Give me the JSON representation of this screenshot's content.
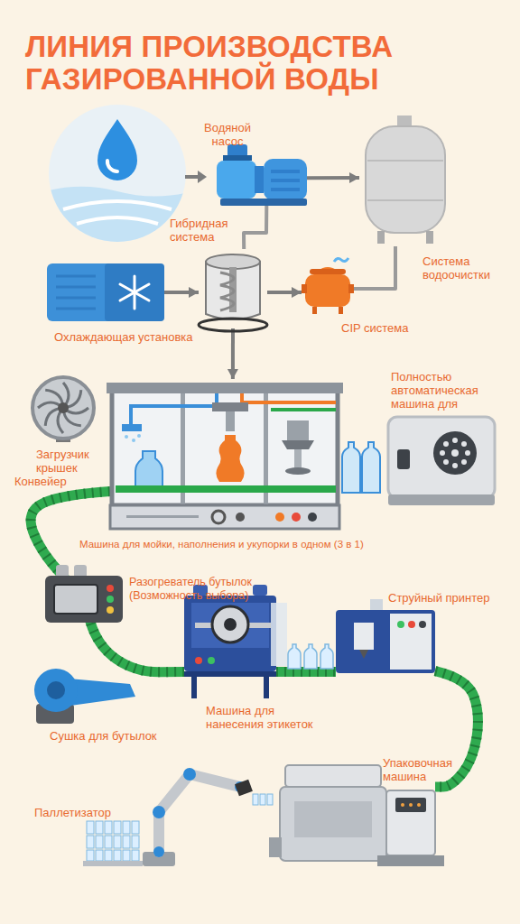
{
  "diagram": {
    "title": "ЛИНИЯ ПРОИЗВОДСТВА ГАЗИРОВАННОЙ ВОДЫ",
    "nodes": [
      {
        "text": [
          "Водяной насос"
        ]
      },
      {
        "text": [
          "Система водоочистки"
        ]
      },
      {
        "text": [
          "Гибридная система"
        ]
      },
      {
        "text": [
          "Охлаждающая установка"
        ]
      },
      {
        "text": [
          "CIP система"
        ]
      },
      {
        "text": [
          "Загрузчик крышек"
        ]
      },
      {
        "text": [
          "Машина для мойки, наполнения и укупорки в одном (3 в 1)"
        ]
      },
      {
        "text": [
          "Полностью автоматическая машина для"
        ]
      },
      {
        "text": [
          "Разогреватель бутылок (Возможность выбора)"
        ]
      },
      {
        "text": [
          "Струйный принтер"
        ]
      },
      {
        "text": [
          "Машина для нанесения этикеток"
        ]
      },
      {
        "text": [
          "Сушка для бутылок"
        ]
      },
      {
        "text": [
          "Упаковочная машина"
        ]
      },
      {
        "text": [
          "Паллетизатор"
        ]
      }
    ],
    "edges": [
      {
        "from": 0,
        "to": 1,
        "arrow": "to"
      },
      {
        "from": 0,
        "to": 2,
        "arrow": "none"
      },
      {
        "from": 1,
        "to": 4,
        "arrow": "none"
      },
      {
        "from": 3,
        "to": 2,
        "arrow": "to"
      },
      {
        "from": 2,
        "to": 4,
        "arrow": "to"
      },
      {
        "from": 2,
        "to": 6,
        "arrow": "to"
      },
      {
        "from": 6,
        "to": 10,
        "label": "Конвейер",
        "arrow": "none"
      },
      {
        "from": 10,
        "to": 9,
        "arrow": "none"
      },
      {
        "from": 9,
        "to": 12,
        "arrow": "none"
      }
    ]
  }
}
